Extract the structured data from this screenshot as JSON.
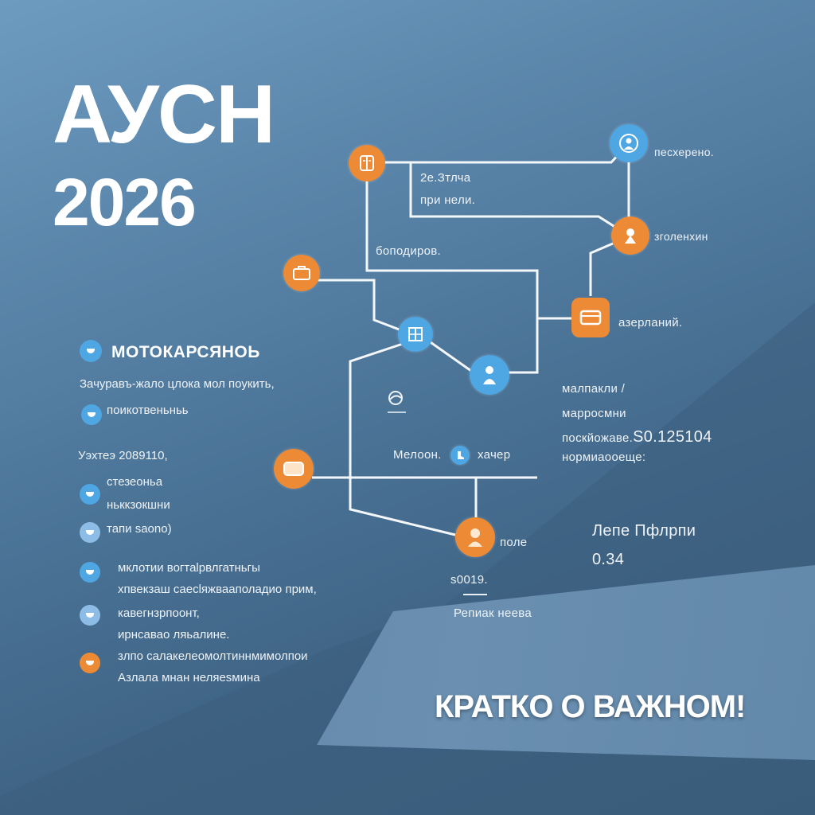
{
  "header": {
    "title": "АУСН",
    "year": "2026"
  },
  "colors": {
    "background_top": "#6d9bc0",
    "background_bottom": "#395a78",
    "accent_orange": "#ec8a35",
    "accent_blue": "#4ea6e2",
    "line": "#f4f7fa"
  },
  "diagram": {
    "labels": {
      "top_box_line1": "2е.Зтлча",
      "top_box_line2": "при нели.",
      "mid_label": "боподиров.",
      "right_top": "песхерено.",
      "right_mid": "зголенхин",
      "right_box": "азерланий.",
      "center_left": "Мелоон.",
      "center_right": "хачер",
      "bottom_node": "поле",
      "bottom_value": "s0019.",
      "bottom_caption": "Репиак неева"
    },
    "nodes": [
      {
        "id": "node-top-left",
        "color": "orange",
        "icon": "document-icon"
      },
      {
        "id": "node-top-right",
        "color": "blue",
        "icon": "user-headset-icon"
      },
      {
        "id": "node-right-mid",
        "color": "orange",
        "icon": "person-icon"
      },
      {
        "id": "node-right-box",
        "color": "orange",
        "icon": "wallet-icon"
      },
      {
        "id": "node-left-upper",
        "color": "orange",
        "icon": "briefcase-icon"
      },
      {
        "id": "node-center",
        "color": "blue",
        "icon": "building-icon"
      },
      {
        "id": "node-center-right",
        "color": "blue",
        "icon": "user-icon"
      },
      {
        "id": "node-left-lower",
        "color": "orange",
        "icon": "card-icon"
      },
      {
        "id": "node-bottom",
        "color": "orange",
        "icon": "person-icon"
      },
      {
        "id": "node-inline-small",
        "color": "blue",
        "icon": "boot-icon"
      }
    ]
  },
  "info_block": {
    "line1": "малпакли /",
    "line2": "марросмни",
    "line3_label": "поскйожаве.",
    "line3_value": "S0.125104",
    "line4": "нормиаооеще:"
  },
  "rate_block": {
    "label": "Лепе Пфлрпи",
    "value": "0.34"
  },
  "left_panel": {
    "heading": "МОТОКАРСЯНОЬ",
    "items": [
      {
        "text": "Зачуравъ-жало цлока мол поукить,",
        "bullet": "none"
      },
      {
        "text": "поикотвеньньь",
        "bullet": "blue"
      },
      {
        "text": "Уэхтеэ 2089110,",
        "bullet": "none"
      },
      {
        "text": "стезеоньа",
        "bullet": "blue"
      },
      {
        "text": "ньккзокшни",
        "bullet": "none"
      },
      {
        "text": "тапи saono)",
        "bullet": "lblue"
      },
      {
        "text": "мклотии вогтаlрвлгатньгы",
        "bullet": "blue"
      },
      {
        "text": "хпвекзаш саесlяжвааполадио прим,",
        "bullet": "none"
      },
      {
        "text": "кавегнзрпоонт,",
        "bullet": "lblue"
      },
      {
        "text": "ирнсавао ляьалине.",
        "bullet": "none"
      },
      {
        "text": "злпо салакелеомолтиннмимолпои",
        "bullet": "orange"
      },
      {
        "text": "Азлала мнан неляеsмина",
        "bullet": "none"
      }
    ]
  },
  "cta": {
    "text": "КРАТКО О ВАЖНОМ!"
  }
}
